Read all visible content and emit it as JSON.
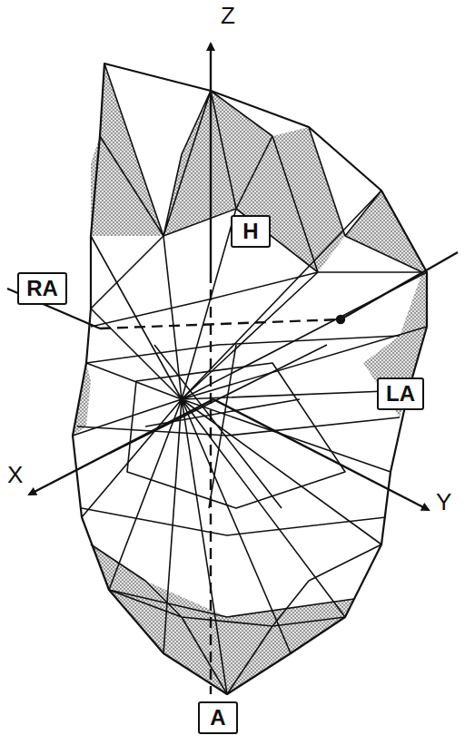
{
  "diagram": {
    "nodes": [
      {
        "text": [
          "H"
        ]
      },
      {
        "text": [
          "RA"
        ]
      },
      {
        "text": [
          "LA"
        ]
      },
      {
        "text": [
          "A"
        ]
      }
    ],
    "labels": [
      "Z",
      "X",
      "Y"
    ]
  }
}
